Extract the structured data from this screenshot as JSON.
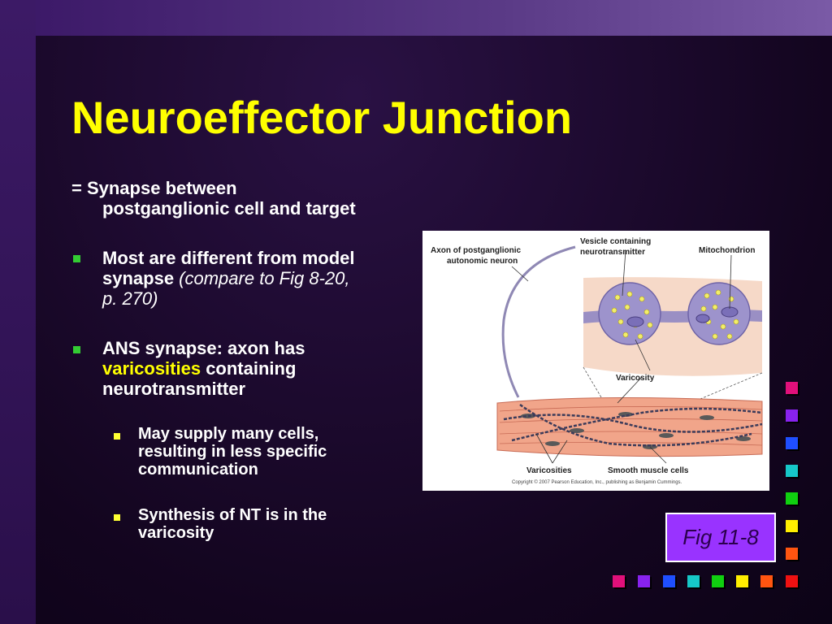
{
  "title": "Neuroeffector Junction",
  "definition": {
    "line1": "= Synapse between",
    "line2": "postganglionic cell and target"
  },
  "bullets": [
    {
      "line1": "Most are different from model",
      "line2_bold": "synapse ",
      "line2_ital": "(compare to Fig 8-20,",
      "line3_ital": "p. 270)"
    },
    {
      "line1": "ANS synapse: axon has",
      "line2_hl": "varicosities",
      "line2_rest": " containing",
      "line3": "neurotransmitter"
    }
  ],
  "subbullets": [
    {
      "line1": "May supply many cells,",
      "line2": "resulting in less specific",
      "line3": "communication"
    },
    {
      "line1": "Synthesis of NT is in the",
      "line2": "varicosity"
    }
  ],
  "figure": {
    "labels": {
      "axon_line1": "Axon of postganglionic",
      "axon_line2": "autonomic neuron",
      "vesicle_line1": "Vesicle containing",
      "vesicle_line2": "neurotransmitter",
      "mitochondrion": "Mitochondrion",
      "varicosity": "Varicosity",
      "varicosities": "Varicosities",
      "smooth_muscle": "Smooth muscle cells",
      "copyright": "Copyright © 2007 Pearson Education, Inc., publishing as Benjamin Cummings."
    }
  },
  "fig_ref": "Fig 11-8",
  "colors": {
    "title": "#ffff00",
    "bullet": "#33cc33",
    "subbullet": "#ffff33",
    "fig_box": "#9933ff",
    "squares_column": [
      "#e0107a",
      "#8822ee",
      "#1f4fff",
      "#16c8c8",
      "#10d010",
      "#ffee00",
      "#ff5510",
      "#ee1111"
    ],
    "squares_row": [
      "#e0107a",
      "#8822ee",
      "#1f4fff",
      "#16c8c8",
      "#10d010",
      "#ffee00",
      "#ff5510",
      "#ee1111"
    ]
  }
}
